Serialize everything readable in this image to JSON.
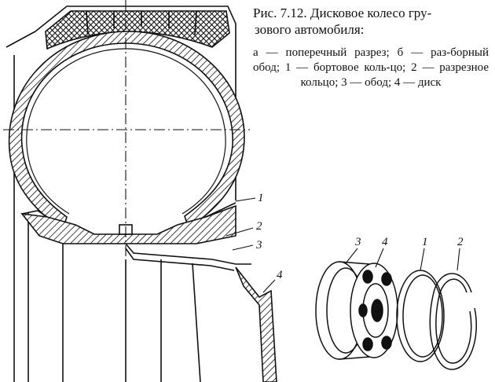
{
  "caption": {
    "title_line1": "Рис. 7.12. Дисковое колесо гру-",
    "title_line2": "зового автомобиля:",
    "legend": "а — поперечный разрез; б — раз-борный обод; 1 — бортовое коль-цо; 2 — разрезное кольцо; 3 — обод; 4 — диск"
  },
  "section_labels": [
    "1",
    "2",
    "3",
    "4"
  ],
  "exploded_labels": [
    "3",
    "4",
    "1",
    "2"
  ]
}
